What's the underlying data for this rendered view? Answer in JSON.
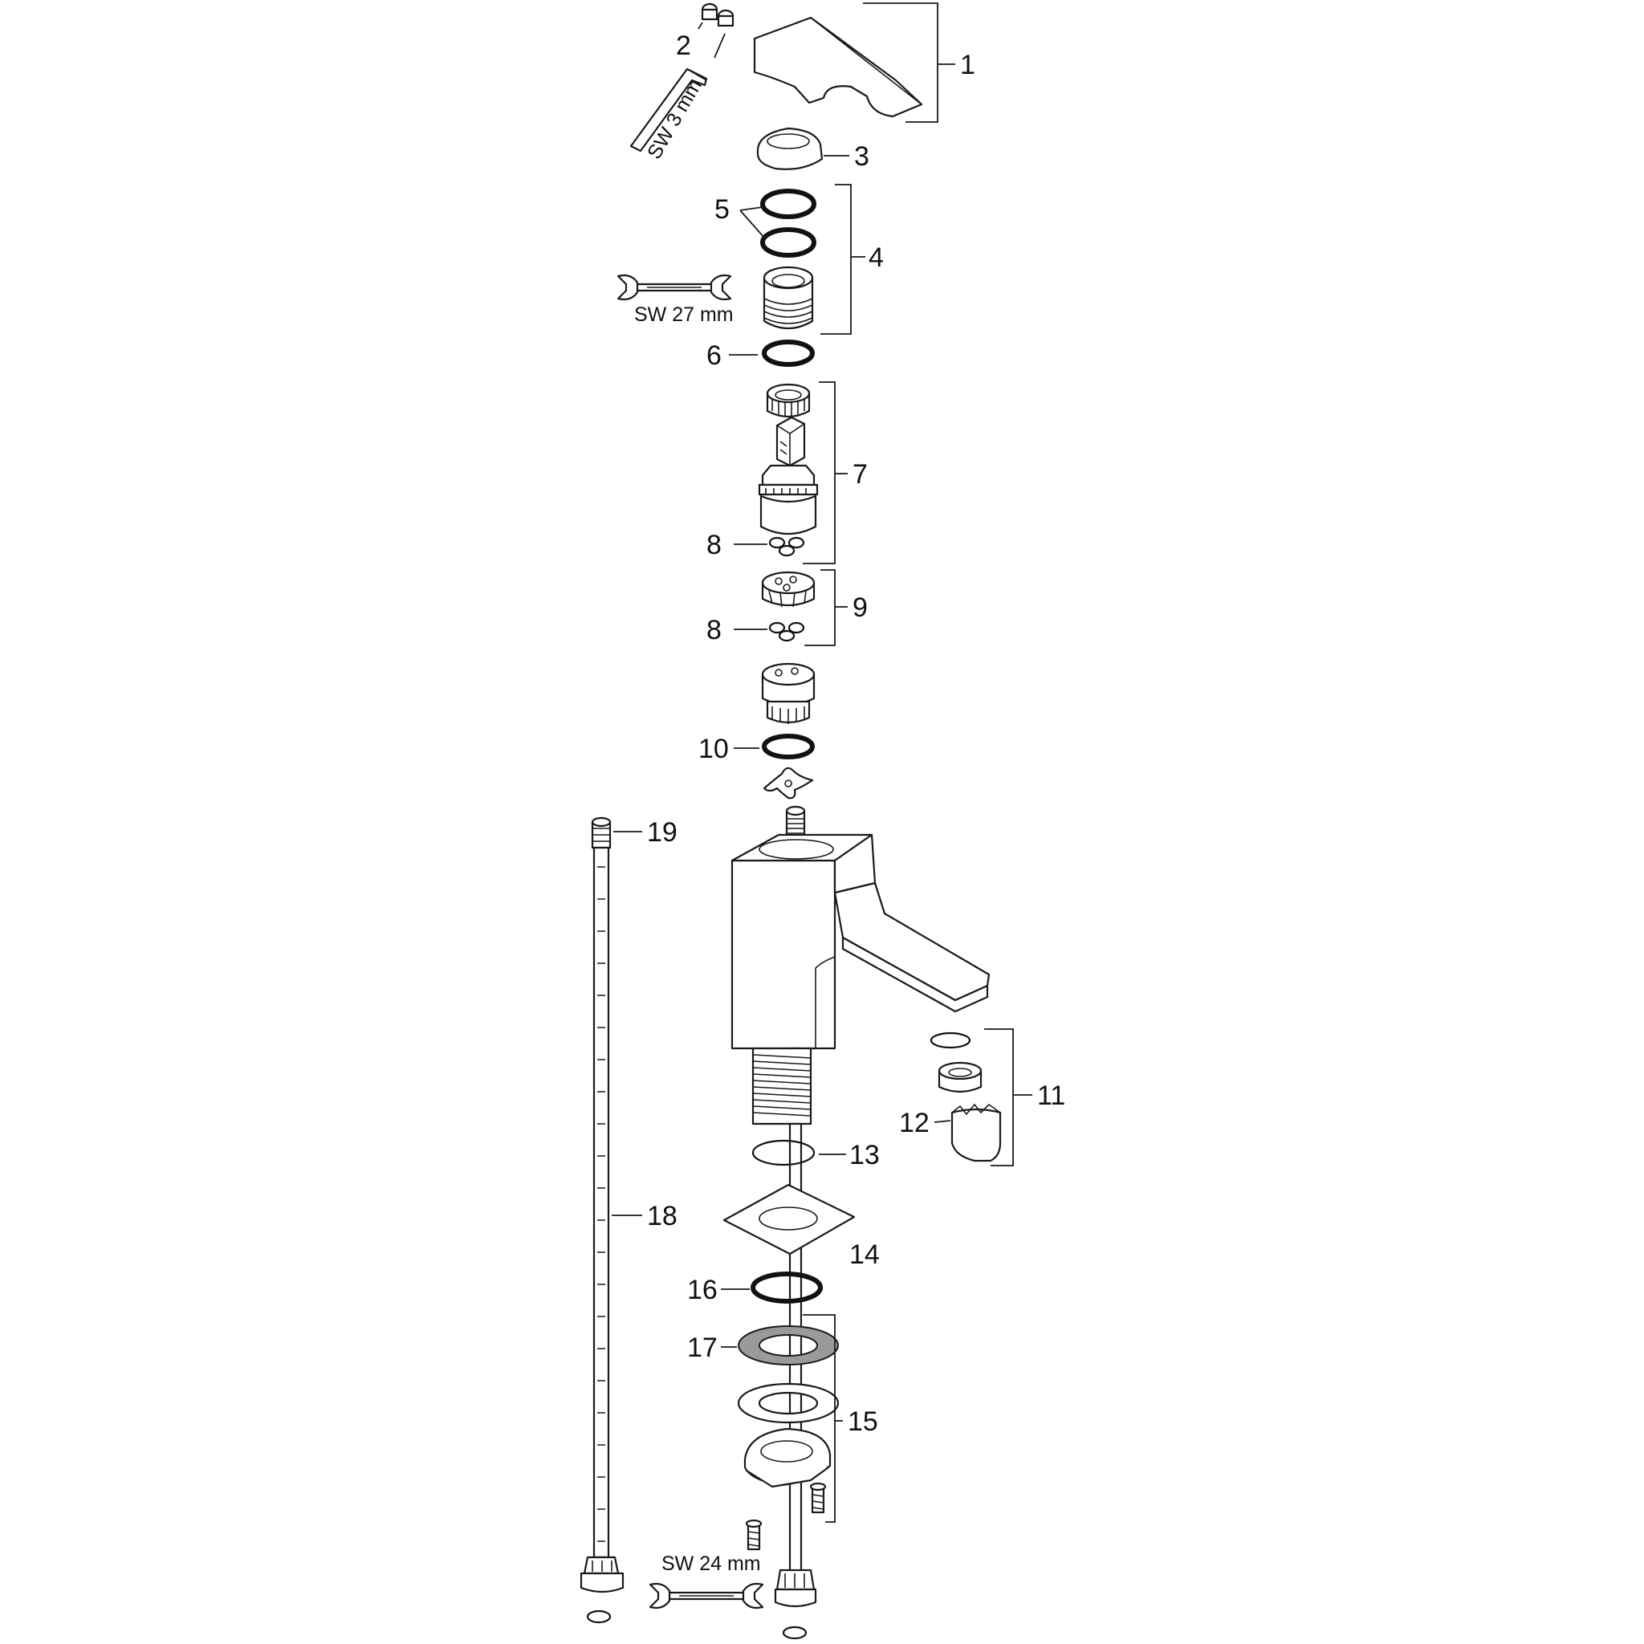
{
  "callouts": {
    "p1": "1",
    "p2": "2",
    "p3": "3",
    "p4": "4",
    "p5": "5",
    "p6": "6",
    "p7": "7",
    "p8a": "8",
    "p8b": "8",
    "p9": "9",
    "p10": "10",
    "p11": "11",
    "p12": "12",
    "p13": "13",
    "p14": "14",
    "p15": "15",
    "p16": "16",
    "p17": "17",
    "p18": "18",
    "p19": "19"
  },
  "tools": {
    "hex_key": "SW 3 mm",
    "wrench_27": "SW 27 mm",
    "wrench_24": "SW 24 mm"
  },
  "icons": {
    "hex_key": "allen-key-icon",
    "wrench": "open-end-wrench-icon"
  }
}
